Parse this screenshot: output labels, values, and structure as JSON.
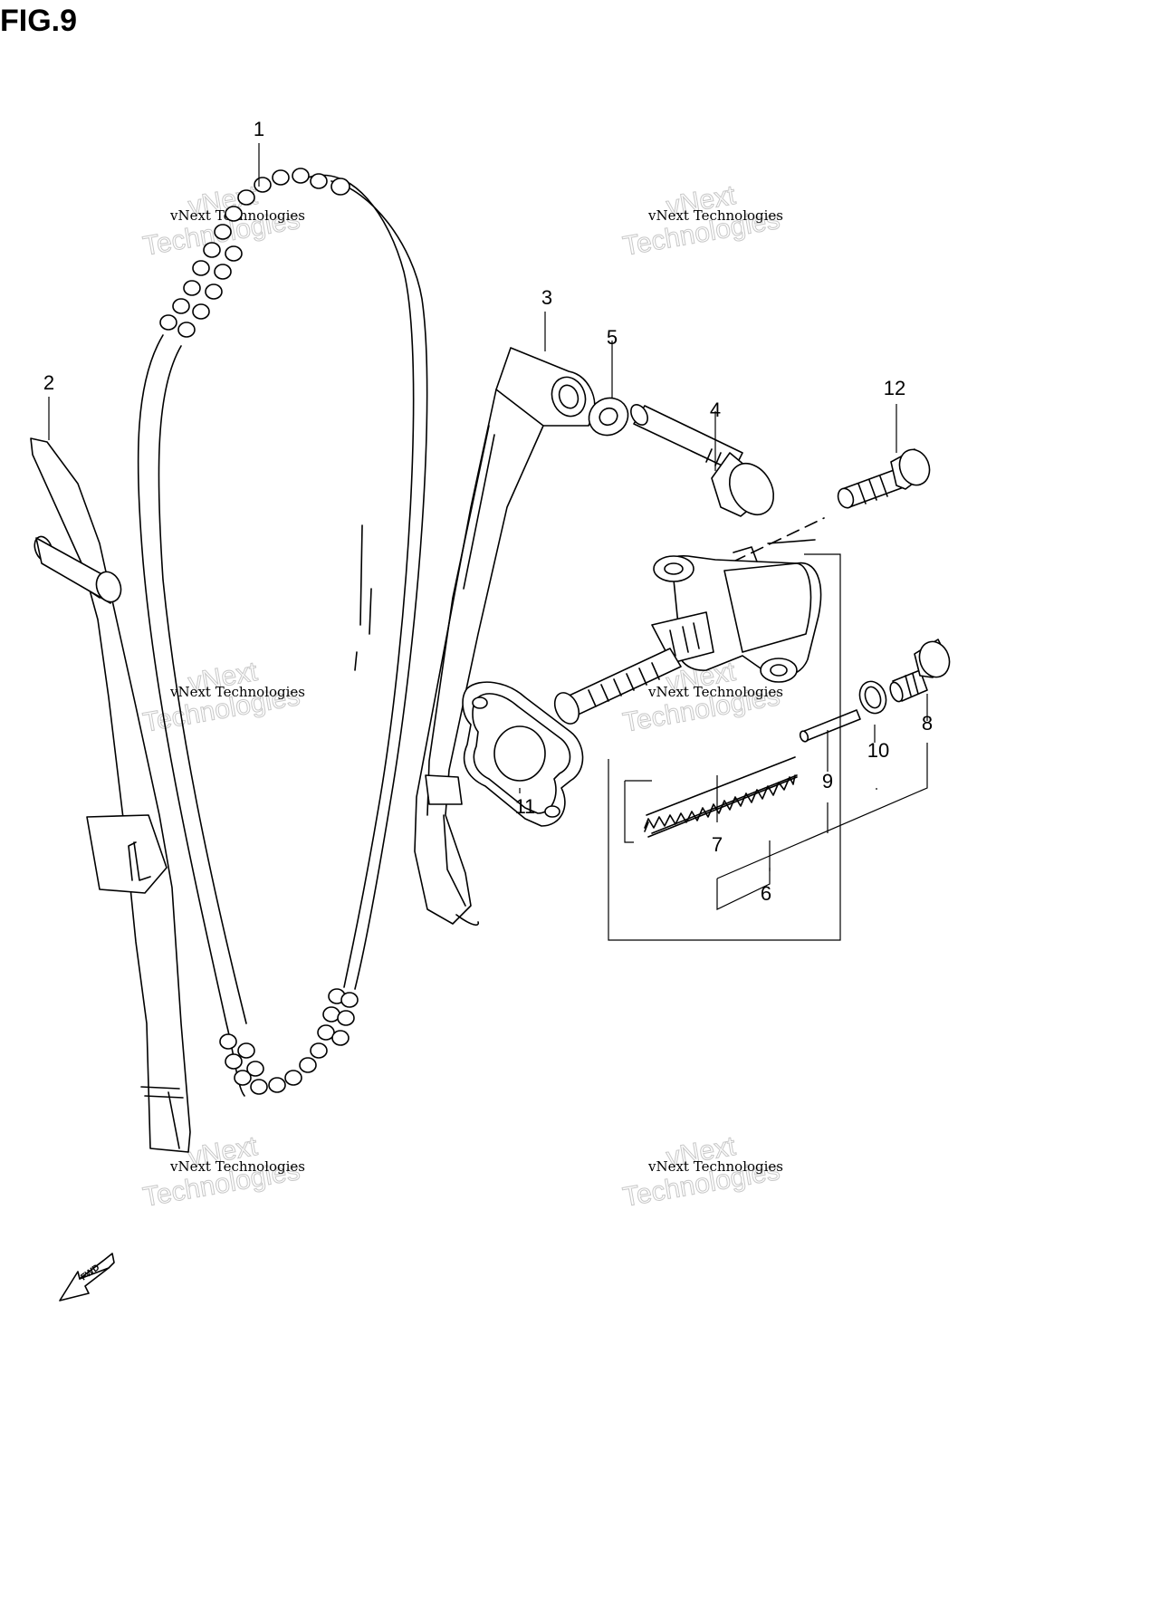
{
  "figure": {
    "title": "FIG.9"
  },
  "callouts": [
    "1",
    "2",
    "3",
    "4",
    "5",
    "6",
    "7",
    "8",
    "9",
    "10",
    "11",
    "12"
  ],
  "watermark": {
    "line1": "vNext Technologies",
    "line2": "vNext",
    "line3": "Technologies"
  },
  "fwd_arrow": {
    "label": "FWD"
  }
}
